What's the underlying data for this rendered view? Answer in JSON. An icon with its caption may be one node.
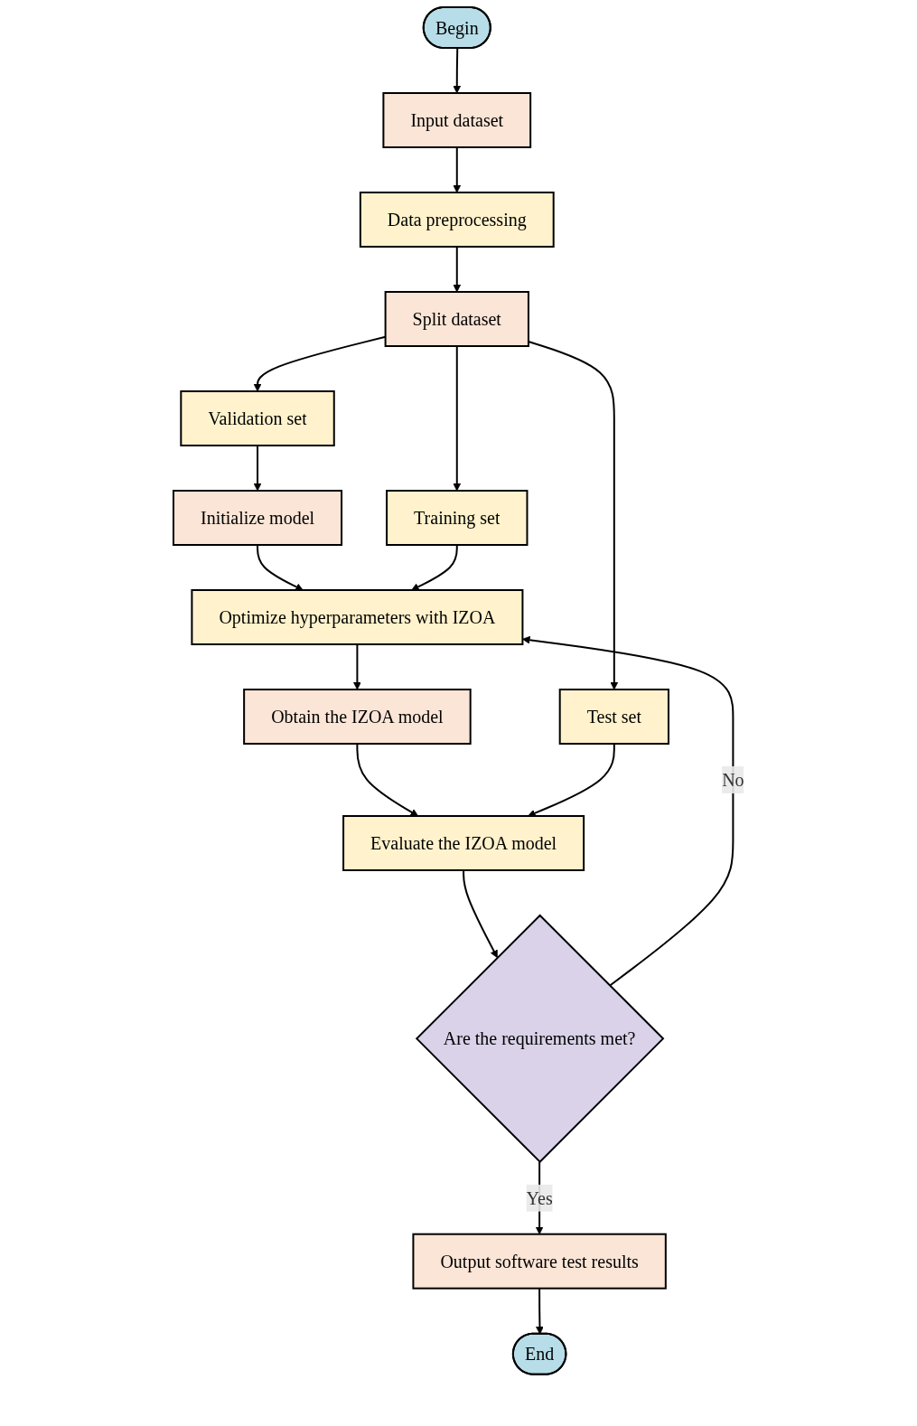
{
  "diagram": {
    "nodes": [
      {
        "text": [
          "Begin"
        ]
      },
      {
        "text": [
          "Input dataset"
        ]
      },
      {
        "text": [
          "Data preprocessing"
        ]
      },
      {
        "text": [
          "Split dataset"
        ]
      },
      {
        "text": [
          "Training set"
        ]
      },
      {
        "text": [
          "Validation set"
        ]
      },
      {
        "text": [
          "Test set"
        ]
      },
      {
        "text": [
          "Initialize model"
        ]
      },
      {
        "text": [
          "Optimize hyperparameters with IZOA"
        ]
      },
      {
        "text": [
          "Obtain the IZOA model"
        ]
      },
      {
        "text": [
          "Evaluate the IZOA model"
        ]
      },
      {
        "text": [
          "Are the requirements met?"
        ]
      },
      {
        "text": [
          "Output software test results"
        ]
      },
      {
        "text": [
          "End"
        ]
      }
    ],
    "edges": [
      {
        "from": 0,
        "to": 1,
        "arrow": "to"
      },
      {
        "from": 1,
        "to": 2,
        "arrow": "to"
      },
      {
        "from": 2,
        "to": 3,
        "arrow": "to"
      },
      {
        "from": 3,
        "to": 4,
        "arrow": "to"
      },
      {
        "from": 3,
        "to": 5,
        "arrow": "to"
      },
      {
        "from": 3,
        "to": 6,
        "arrow": "to"
      },
      {
        "from": 5,
        "to": 7,
        "arrow": "to"
      },
      {
        "from": 7,
        "to": 8,
        "arrow": "to"
      },
      {
        "from": 4,
        "to": 8,
        "arrow": "to"
      },
      {
        "from": 8,
        "to": 9,
        "arrow": "to"
      },
      {
        "from": 9,
        "to": 10,
        "arrow": "to"
      },
      {
        "from": 6,
        "to": 10,
        "arrow": "to"
      },
      {
        "from": 10,
        "to": 11,
        "arrow": "to"
      },
      {
        "from": 11,
        "to": 8,
        "arrow": "to",
        "label": "No"
      },
      {
        "from": 11,
        "to": 12,
        "arrow": "to",
        "label": "Yes"
      },
      {
        "from": 12,
        "to": 13,
        "arrow": "to"
      }
    ]
  }
}
